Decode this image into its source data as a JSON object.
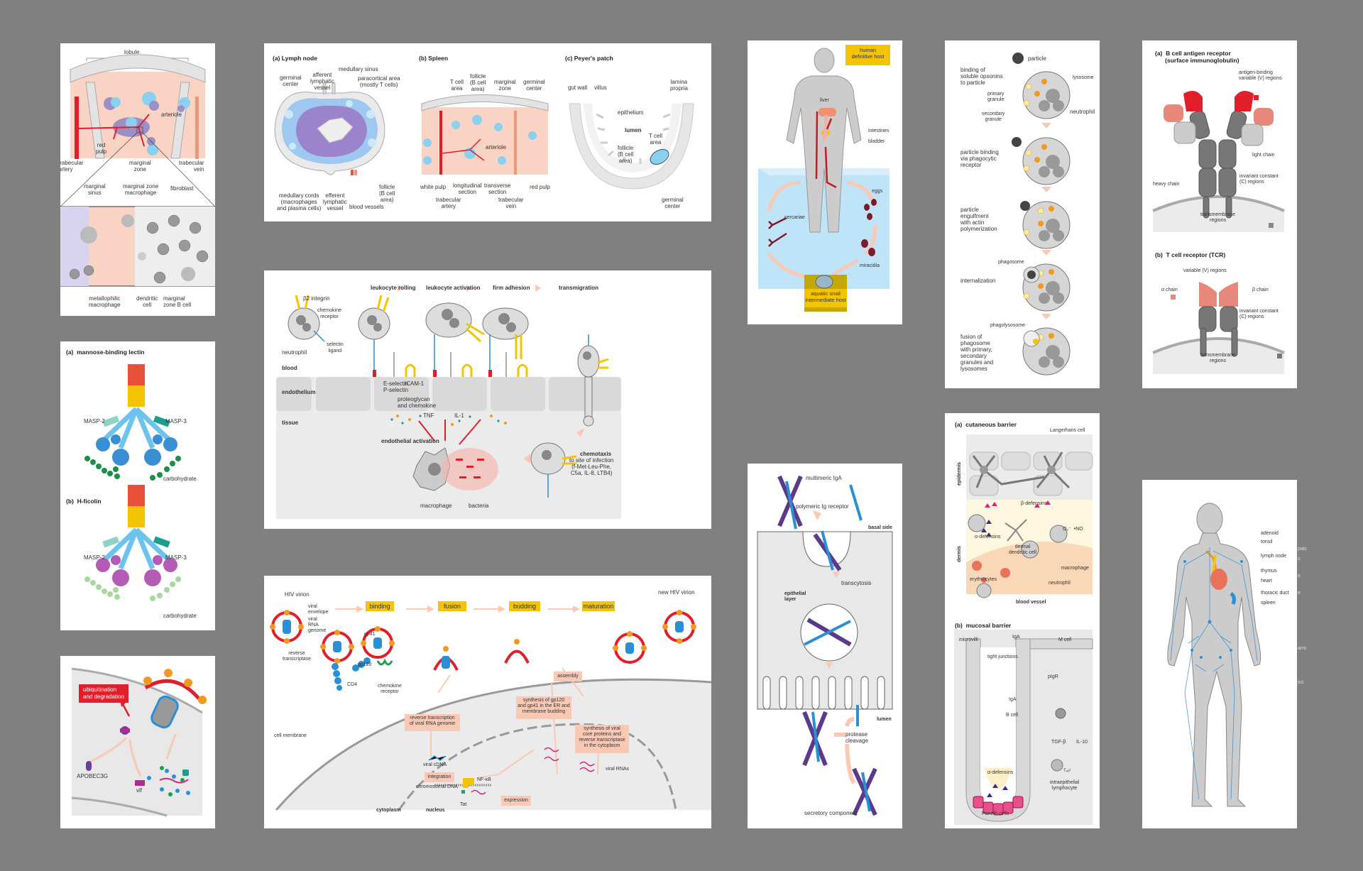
{
  "page": {
    "background": "#808080"
  },
  "colors": {
    "salmon": "#f9c9b5",
    "red": "#e31e2b",
    "yellow": "#f5c400",
    "blue": "#2a8fd4",
    "lightblue": "#bfe3f7",
    "gray": "#e6e6e6",
    "darkgray": "#707070",
    "purple": "#5b3a8c",
    "orange": "#f29a1f",
    "green": "#1f9e50"
  },
  "spleen_detail": {
    "lobule": "lobule",
    "arteriole": "arteriole",
    "red_pulp": "red\npulp",
    "trabecular_artery": "trabecular\nartery",
    "marginal_zone": "marginal\nzone",
    "trabecular_vein": "trabecular\nvein",
    "marginal_sinus": "marginal\nsinus",
    "marginal_zone_macrophage": "marginal zone\nmacrophage",
    "fibroblast": "fibroblast",
    "metallophilic_macrophage": "metallophilic\nmacrophage",
    "dendritic_cell": "dendritic\ncell",
    "marginal_zone_b_cell": "marginal\nzone B cell"
  },
  "lymphoid_organs": {
    "lymph_node": {
      "title": "(a) Lymph node",
      "germinal_center": "germinal\ncenter",
      "afferent": "afferent\nlymphatic\nvessel",
      "medullary_sinus": "medullary sinus",
      "paracortical": "paracortical area\n(mostly T cells)",
      "medullary_cords": "medullary cords\n(macrophages\nand plasma cells)",
      "efferent": "efferent\nlymphatic\nvessel",
      "blood_vessels": "blood vessels",
      "follicle": "follicle\n(B cell\narea)"
    },
    "spleen": {
      "title": "(b) Spleen",
      "t_cell_area": "T cell\narea",
      "follicle": "follicle\n(B cell\narea)",
      "marginal_zone": "marginal\nzone",
      "germinal_center": "germinal\ncenter",
      "arteriole": "arteriole",
      "white_pulp": "white pulp",
      "longitudinal": "longitudinal\nsection",
      "transverse": "transverse\nsection",
      "red_pulp": "red pulp",
      "trabecular_artery": "trabecular\nartery",
      "trabecular_vein": "trabecular\nvein"
    },
    "peyers_patch": {
      "title": "(c) Peyer's patch",
      "gut_wall": "gut wall",
      "villus": "villus",
      "lamina_propria": "lamina\npropria",
      "epithelium": "epithelium",
      "lumen": "lumen",
      "t_cell_area": "T cell\narea",
      "follicle": "follicle\n(B cell\narea)",
      "germinal_center": "germinal\ncenter"
    }
  },
  "leukocyte_migration": {
    "steps": [
      "leukocyte rolling",
      "leukocyte activation",
      "firm adhesion",
      "transmigration"
    ],
    "b2_integrin": "β2 integrin",
    "chemokine_receptor": "chemokine\nreceptor",
    "selectin_ligand": "selectin\nligand",
    "neutrophil": "neutrophil",
    "blood": "blood",
    "endothelium": "endothelium",
    "tissue": "tissue",
    "selectins": "E-selectin\nP-selectin",
    "icam": "ICAM-1",
    "proteoglycan": "proteoglycan\nand chemokine",
    "tnf": "TNF",
    "il1": "IL-1",
    "endothelial_activation": "endothelial activation",
    "macrophage": "macrophage",
    "bacteria": "bacteria",
    "chemotaxis_title": "chemotaxis",
    "chemotaxis_text": "to site of infection\n(f-Met-Leu-Phe,\nC5a, IL-8, LTB4)"
  },
  "lectin": {
    "a_title": "(a)  mannose-binding lectin",
    "b_title": "(b)  H-ficolin",
    "masp2": "MASP-2",
    "masp3": "MASP-3",
    "carbohydrate": "carbohydrate"
  },
  "apobec": {
    "ubiquitination": "ubiquitination\nand degradation",
    "apobec3g": "APOBEC3G",
    "vif": "vif"
  },
  "hiv_lifecycle": {
    "hiv_virion": "HIV virion",
    "new_virion": "new HIV virion",
    "stages": [
      "binding",
      "fusion",
      "budding",
      "maturation"
    ],
    "viral_envelope": "viral\nenvelope",
    "viral_rna": "viral\nRNA\ngenome",
    "reverse_transcriptase": "reverse\ntranscriptase",
    "gp41": "gp41",
    "gp120": "gp120",
    "cd4": "CD4",
    "chemokine_receptor": "chemokine\nreceptor",
    "cell_membrane": "cell membrane",
    "rt_box": "reverse transcription\nof viral RNA genome",
    "gp_box": "synthesis of gp120\nand gp41 in the ER and\nmembrane budding",
    "assembly": "assembly",
    "core_box": "synthesis of viral\ncore proteins and\nreverse transcriptase\nin the cytoplasm",
    "viral_cdna": "viral cDNA",
    "integration": "integration",
    "nfkb": "NF-κB",
    "chromosomal_dna": "chromosomal DNA",
    "tat": "Tat",
    "expression": "expression",
    "viral_rnas": "viral RNAs",
    "cytoplasm": "cytoplasm",
    "nucleus": "nucleus"
  },
  "schistosoma": {
    "human_host": "human\ndefinitive host",
    "liver": "liver",
    "intestines": "intestines",
    "bladder": "bladder",
    "eggs": "eggs",
    "cercariae": "cercariae",
    "miracidia": "miracidia",
    "snail_host": "aquatic snail\nintermediate host"
  },
  "iga_transport": {
    "multimeric_iga": "multimeric IgA",
    "pigr": "polymeric Ig receptor",
    "basal_side": "basal side",
    "transcytosis": "transcytosis",
    "epithelial_layer": "epithelial\nlayer",
    "lumen": "lumen",
    "protease": "protease\ncleavage",
    "secretory_component": "secretory component"
  },
  "phagocytosis": {
    "particle": "particle",
    "lysosome": "lysosome",
    "neutrophil": "neutrophil",
    "primary_granule": "primary\ngranule",
    "secondary_granule": "secondary\ngranule",
    "phagosome": "phagosome",
    "phagolysosome": "phagolysosome",
    "steps": [
      "binding of\nsoluble opsonins\nto particle",
      "particle binding\nvia phagocytic\nreceptor",
      "particle\nengulfment\nwith actin\npolymerization",
      "internalization",
      "fusion of\nphagosome\nwith primary,\nsecondary\ngranules and\nlysosomes"
    ]
  },
  "barriers": {
    "a_title": "(a)  cutaneous barrier",
    "langerhans": "Langerhans cell",
    "epidermis": "epidermis",
    "dermis": "dermis",
    "beta_defensins": "β-defensins",
    "alpha_defensins": "α-defensins",
    "dermal_dc": "dermal\ndendritic cell",
    "ros": "O₂⁻  •NO",
    "macrophage": "macrophage",
    "erythrocytes": "erythrocytes",
    "neutrophil": "neutrophil",
    "blood_vessel": "blood vessel",
    "b_title": "(b)  mucosal barrier",
    "microvilli": "microvilli",
    "iga_top": "IgA",
    "m_cell": "M cell",
    "tight_junctions": "tight junctions",
    "pigr": "pIgR",
    "iga": "IgA",
    "b_cell": "B cell",
    "tgf": "TGF-β",
    "il10": "IL-10",
    "treg": "Tᵣₑᵍ",
    "mucosal_alpha": "α-defensins",
    "iel": "intraepithelial\nlymphocyte",
    "paneth": "Paneth cells"
  },
  "receptors": {
    "a_title": "(a)  B cell antigen receptor\n      (surface immunoglobulin)",
    "antigen_binding": "antigen-binding\nvariable (V) regions",
    "light_chain": "light chain",
    "heavy_chain": "heavy chain",
    "constant_a": "invariant constant\n(C) regions",
    "transmembrane_a": "transmembrane\nregions",
    "b_title": "(b)  T cell receptor (TCR)",
    "variable_b": "variable (V) regions",
    "alpha_chain": "α chain",
    "beta_chain": "β chain",
    "constant_b": "invariant constant\n(C) regions",
    "transmembrane_b": "transmembrane\nregions"
  },
  "lymphatic_system": {
    "labels": [
      "adenoid",
      "tonsil",
      "lymph node",
      "thymus",
      "heart",
      "thoracic duct",
      "spleen"
    ],
    "cutoff_labels": [
      "patc",
      "s",
      "x",
      "e",
      "arro",
      "ics"
    ]
  }
}
